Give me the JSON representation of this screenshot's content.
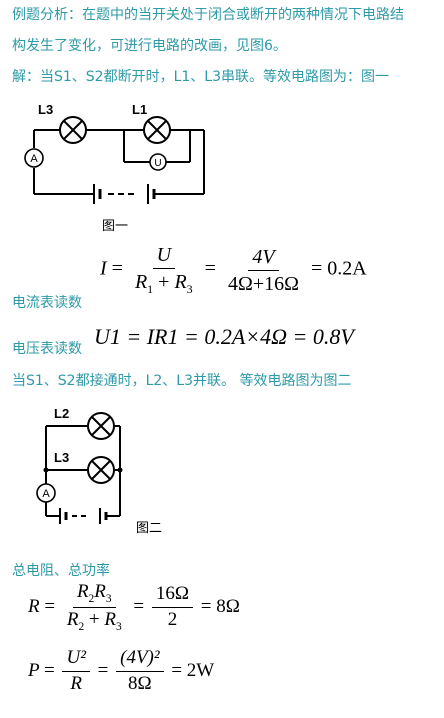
{
  "intro": {
    "line1": "例题分析：在题中的当开关处于闭合或断开的两种情况下电路结",
    "line2": "构发生了变化，可进行电路的改画，见图6。",
    "line3": "解：当S1、S2都断开时，L1、L3串联。等效电路图为：图一"
  },
  "figure1": {
    "lamp3_label": "L3",
    "lamp1_label": "L1",
    "ammeter_label": "A",
    "voltmeter_label": "U",
    "caption": "图一"
  },
  "eq_current": {
    "lhs": "I",
    "frac1_num": "U",
    "frac1_den": "R1 + R3",
    "frac2_num": "4V",
    "frac2_den": "4Ω+16Ω",
    "result": "= 0.2A"
  },
  "ammeter_reading_label": "电流表读数",
  "voltmeter_reading_label": "电压表读数",
  "eq_voltage": "U1 = IR1 = 0.2A×4Ω = 0.8V",
  "parallel_text": "当S1、S2都接通时，L2、L3并联。   等效电路图为图二",
  "figure2": {
    "lamp2_label": "L2",
    "lamp3_label": "L3",
    "ammeter_label": "A",
    "caption": "图二"
  },
  "totals_label": "总电阻、总功率",
  "eq_resistance": {
    "lhs": "R",
    "frac1_num": "R2R3",
    "frac1_den": "R2 + R3",
    "frac2_num": "16Ω",
    "frac2_den": "2",
    "result": "= 8Ω"
  },
  "eq_power": {
    "lhs": "P",
    "frac1_num": "U²",
    "frac1_den": "R",
    "frac2_num": "(4V)²",
    "frac2_den": "8Ω",
    "result": "= 2W"
  }
}
